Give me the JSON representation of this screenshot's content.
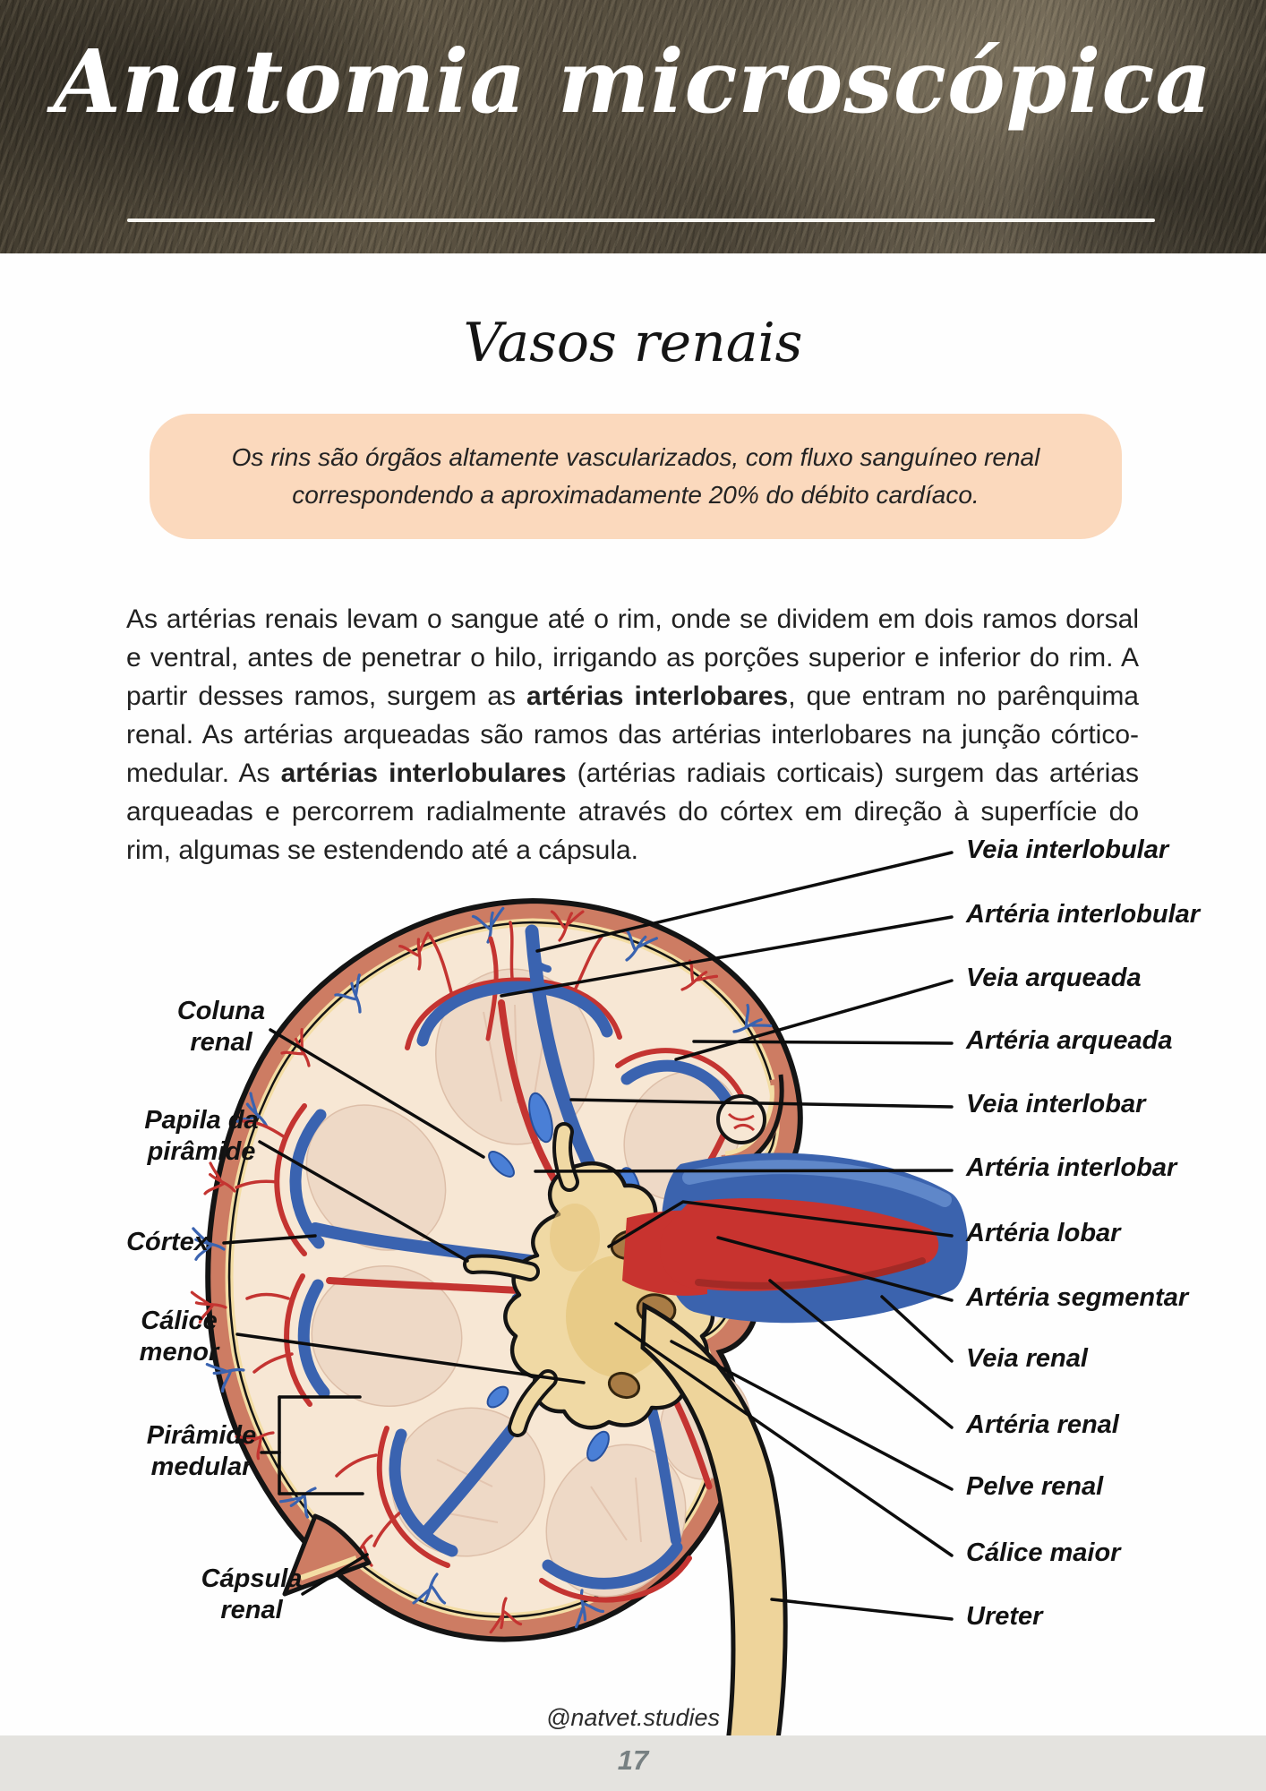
{
  "header": {
    "title": "Anatomia microscópica"
  },
  "section": {
    "title": "Vasos renais"
  },
  "callout": {
    "text": "Os rins são órgãos altamente vascularizados, com fluxo sanguíneo renal correspondendo a aproximadamente 20% do débito cardíaco."
  },
  "paragraph": {
    "p1": "As artérias renais levam o sangue até o rim, onde se dividem em dois ramos dorsal e ventral, antes de penetrar o hilo, irrigando as porções superior e inferior do rim. A partir desses ramos, surgem as ",
    "b1": "artérias interlobares",
    "p2": ", que entram no parênquima renal. As artérias arqueadas são ramos das artérias interlobares na junção córtico-medular. As ",
    "b2": "artérias interlobulares",
    "p3": " (artérias radiais corticais) surgem das artérias arqueadas e percorrem radialmente através do córtex em direção à superfície do rim, algumas se estendendo até a cápsula."
  },
  "figure": {
    "labels_right": [
      "Veia interlobular",
      "Artéria interlobular",
      "Veia arqueada",
      "Artéria arqueada",
      "Veia interlobar",
      "Artéria interlobar",
      "Artéria lobar",
      "Artéria segmentar",
      "Veia renal",
      "Artéria renal",
      "Pelve renal",
      "Cálice maior",
      "Ureter"
    ],
    "labels_left": [
      {
        "l1": "Coluna",
        "l2": "renal"
      },
      {
        "l1": "Papila da",
        "l2": "pirâmide"
      },
      {
        "l1": "Córtex",
        "l2": ""
      },
      {
        "l1": "Cálice",
        "l2": "menor"
      },
      {
        "l1": "Pirâmide",
        "l2": "medular"
      },
      {
        "l1": "Cápsula",
        "l2": "renal"
      }
    ]
  },
  "footer": {
    "handle": "@natvet.studies",
    "page_number": "17"
  },
  "palette": {
    "header_bg": "#4a4336",
    "callout_bg": "#fbd9bd",
    "footer_bar": "#e4e3df",
    "page_number_color": "#778082",
    "artery_red": "#c43431",
    "vein_blue": "#3a63b0",
    "bright_blue": "#4a7fd6",
    "capsule_salmon": "#cd7c63",
    "yellow_band": "#f3dda4",
    "cortex_cream": "#f7e7d4",
    "pyramid": "#eed9c6",
    "pelvis_tan": "#f0d9a4",
    "fat_brown": "#a97c45"
  }
}
